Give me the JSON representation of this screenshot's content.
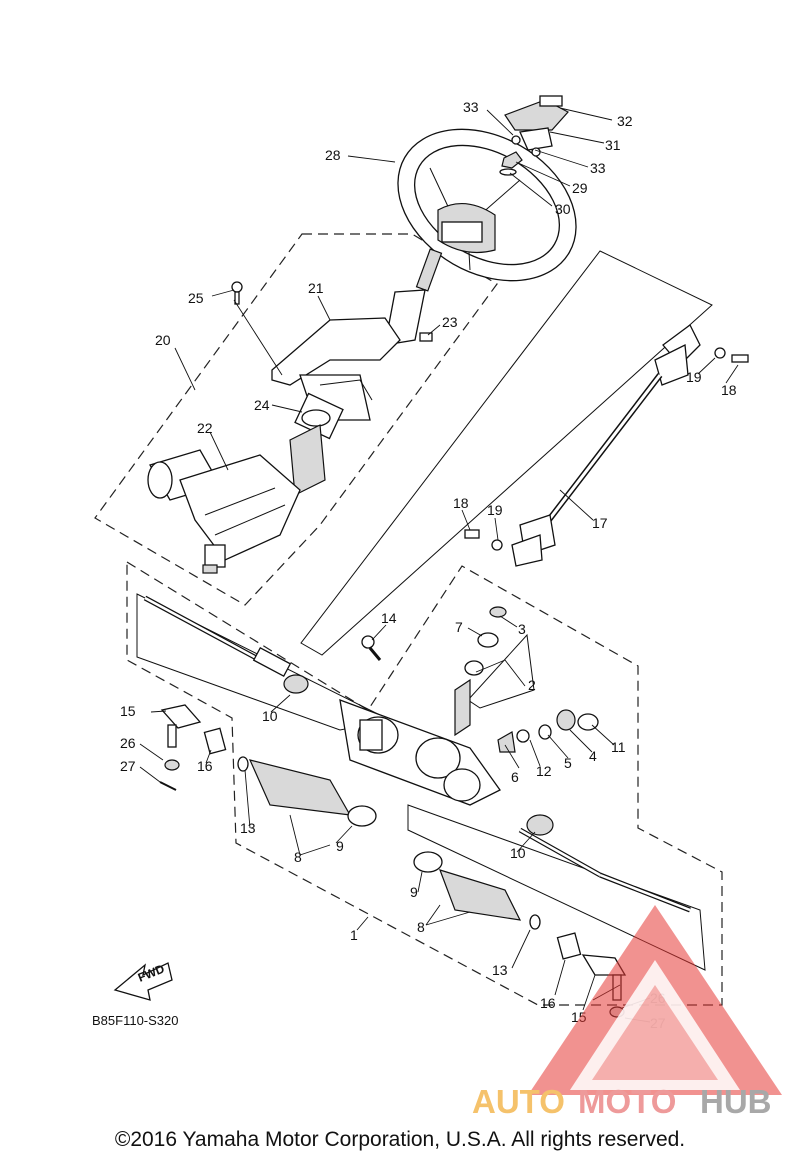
{
  "diagram": {
    "reference_code": "B85F110-S320",
    "fwd_label": "FWD",
    "callouts": {
      "c1": "1",
      "c2": "2",
      "c3": "3",
      "c4": "4",
      "c5": "5",
      "c6": "6",
      "c7": "7",
      "c8a": "8",
      "c8b": "8",
      "c9a": "9",
      "c9b": "9",
      "c10a": "10",
      "c10b": "10",
      "c11": "11",
      "c12": "12",
      "c13a": "13",
      "c13b": "13",
      "c14": "14",
      "c15a": "15",
      "c15b": "15",
      "c16a": "16",
      "c16b": "16",
      "c17": "17",
      "c18a": "18",
      "c18b": "18",
      "c19a": "19",
      "c19b": "19",
      "c20": "20",
      "c21": "21",
      "c22": "22",
      "c23": "23",
      "c24": "24",
      "c25": "25",
      "c26a": "26",
      "c26b": "26",
      "c27a": "27",
      "c27b": "27",
      "c28": "28",
      "c29": "29",
      "c30": "30",
      "c31": "31",
      "c32": "32",
      "c33a": "33",
      "c33b": "33"
    }
  },
  "watermark": {
    "part1": "AUTO",
    "part2": "MOTO",
    "part3": "HUB",
    "colors": {
      "auto": "#f5c26b",
      "moto": "#ee9a9a",
      "hub": "#a8a8a8",
      "triangle": "#e53935"
    }
  },
  "footer": {
    "copyright": "©2016 Yamaha Motor Corporation, U.S.A. All rights reserved."
  }
}
